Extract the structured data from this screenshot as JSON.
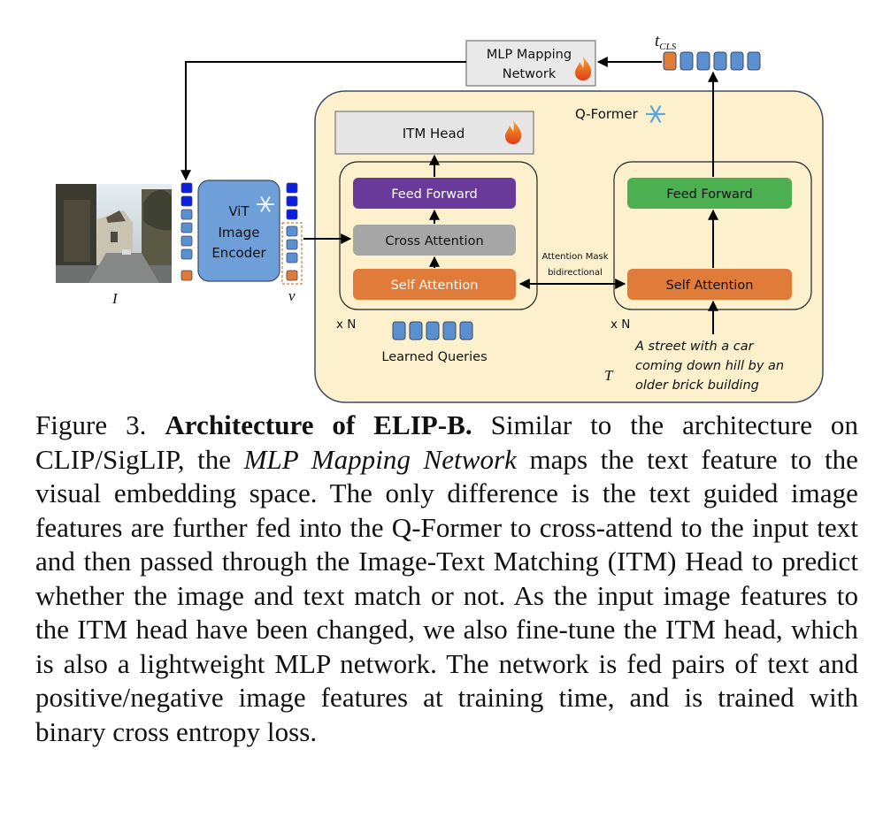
{
  "figure": {
    "mlp_mapping_network": {
      "line1": "MLP Mapping",
      "line2": "Network"
    },
    "t_cls_label": {
      "base": "t",
      "sub": "CLS"
    },
    "q_former_label": "Q-Former",
    "itm_head": "ITM Head",
    "left_block": {
      "feed_forward": "Feed Forward",
      "cross_attention": "Cross Attention",
      "self_attention": "Self Attention",
      "repeat": "x N"
    },
    "right_block": {
      "feed_forward": "Feed Forward",
      "self_attention": "Self Attention",
      "repeat": "x N"
    },
    "attention_mask": {
      "line1": "Attention Mask",
      "line2": "bidirectional"
    },
    "learned_queries": "Learned Queries",
    "vit": {
      "line1": "ViT",
      "line2": "Image",
      "line3": "Encoder"
    },
    "image_symbol": "I",
    "v_symbol": "v",
    "text_symbol": "T",
    "text_input": {
      "line1": "A street with a car",
      "line2": "coming down hill by an",
      "line3": "older brick building"
    },
    "colors": {
      "qformer_bg": "#fdf0cc",
      "feed_forward_purple": "#6a3a9a",
      "feed_forward_green": "#4caf50",
      "cross_attention_gray": "#a6a6a6",
      "self_attention_orange": "#e07b39",
      "token_blue": "#5a8fd0",
      "token_dark_blue": "#0a1fe0",
      "token_orange": "#e07b39",
      "vit_blue": "#6f9fd8",
      "head_gray": "#e6e6e6"
    }
  },
  "caption": {
    "figure_number": "Figure 3.",
    "title": "Architecture of ELIP-B.",
    "text_before_italic": "Similar to the architecture on CLIP/SigLIP, the",
    "italic_term": "MLP Mapping Network",
    "text_after_italic": "maps the text feature to the visual embedding space. The only difference is the text guided image features are further fed into the Q-Former to cross-attend to the input text and then passed through the Image-Text Matching (ITM) Head to predict whether the image and text match or not. As the input image features to the ITM head have been changed, we also fine-tune the ITM head, which is also a lightweight MLP network.  The network is fed pairs of text and positive/negative image features at training time, and is trained with binary cross entropy loss."
  }
}
